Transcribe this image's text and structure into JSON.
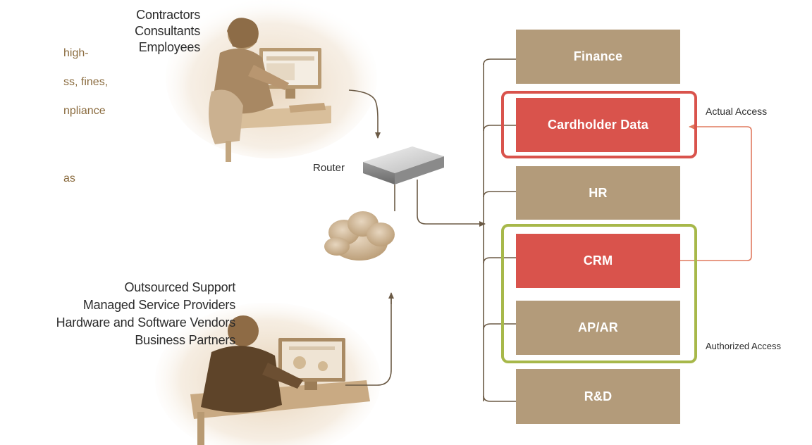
{
  "left_text": {
    "lines": [
      "high-",
      "ss, fines,",
      "npliance",
      "as"
    ]
  },
  "groups": {
    "internal": [
      "Contractors",
      "Consultants",
      "Employees"
    ],
    "external": [
      "Outsourced Support",
      "Managed Service Providers",
      "Hardware and Software Vendors",
      "Business Partners"
    ]
  },
  "router": {
    "label": "Router"
  },
  "departments": [
    {
      "label": "Finance",
      "status": "normal"
    },
    {
      "label": "Cardholder Data",
      "status": "sensitive"
    },
    {
      "label": "HR",
      "status": "normal"
    },
    {
      "label": "CRM",
      "status": "sensitive"
    },
    {
      "label": "AP/AR",
      "status": "normal"
    },
    {
      "label": "R&D",
      "status": "normal"
    }
  ],
  "access": {
    "actual": {
      "label": "Actual Access",
      "color": "#d9534c"
    },
    "authorized": {
      "label": "Authorized Access",
      "color": "#a7b84a"
    }
  },
  "colors": {
    "tan_block": "#b39b7a",
    "red_block": "#d9534c",
    "connector": "#6b5a45",
    "person_sepia": "#c9a57a"
  }
}
